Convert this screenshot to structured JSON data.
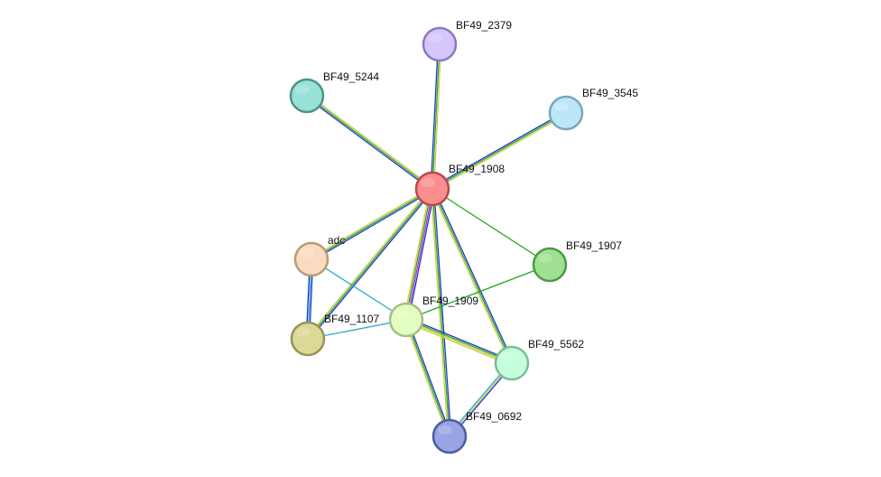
{
  "network": {
    "nodes": [
      {
        "id": "BF49_1908",
        "label": "BF49_1908",
        "fill": "#fa8e8e",
        "stroke": "#b8484c"
      },
      {
        "id": "BF49_2379",
        "label": "BF49_2379",
        "fill": "#d5c6fb",
        "stroke": "#8c78c2"
      },
      {
        "id": "BF49_5244",
        "label": "BF49_5244",
        "fill": "#98e1d9",
        "stroke": "#4b9486"
      },
      {
        "id": "BF49_3545",
        "label": "BF49_3545",
        "fill": "#bde7f9",
        "stroke": "#79a6bd"
      },
      {
        "id": "adc",
        "label": "adc",
        "fill": "#fcdcc0",
        "stroke": "#b99a78"
      },
      {
        "id": "BF49_1907",
        "label": "BF49_1907",
        "fill": "#9fe093",
        "stroke": "#4b9a46"
      },
      {
        "id": "BF49_1909",
        "label": "BF49_1909",
        "fill": "#e2fdbf",
        "stroke": "#a6be86"
      },
      {
        "id": "BF49_1107",
        "label": "BF49_1107",
        "fill": "#dcd996",
        "stroke": "#9a9452"
      },
      {
        "id": "BF49_5562",
        "label": "BF49_5562",
        "fill": "#c4fedb",
        "stroke": "#7bbf97"
      },
      {
        "id": "BF49_0692",
        "label": "BF49_0692",
        "fill": "#98a4e3",
        "stroke": "#4f5c9d"
      }
    ],
    "edges": [
      {
        "source": "BF49_1908",
        "target": "BF49_2379",
        "colors": [
          "#2233cc",
          "#22aa22",
          "#cccc44"
        ]
      },
      {
        "source": "BF49_1908",
        "target": "BF49_5244",
        "colors": [
          "#2233cc",
          "#22aa22",
          "#cccc44"
        ]
      },
      {
        "source": "BF49_1908",
        "target": "BF49_3545",
        "colors": [
          "#2233cc",
          "#22aa22",
          "#cccc44"
        ]
      },
      {
        "source": "BF49_1908",
        "target": "adc",
        "colors": [
          "#2233cc",
          "#22aa22",
          "#cccc44"
        ]
      },
      {
        "source": "BF49_1908",
        "target": "BF49_1907",
        "colors": [
          "#22aa22"
        ]
      },
      {
        "source": "BF49_1908",
        "target": "BF49_1909",
        "colors": [
          "#2233cc",
          "#cc22cc",
          "#22aa22",
          "#cccc44"
        ]
      },
      {
        "source": "BF49_1908",
        "target": "BF49_1107",
        "colors": [
          "#2233cc",
          "#22aa22",
          "#cccc44"
        ]
      },
      {
        "source": "BF49_1908",
        "target": "BF49_5562",
        "colors": [
          "#2233cc",
          "#22aa22",
          "#cccc44"
        ]
      },
      {
        "source": "BF49_1908",
        "target": "BF49_0692",
        "colors": [
          "#2233cc",
          "#22aa22",
          "#cccc44"
        ]
      },
      {
        "source": "adc",
        "target": "BF49_1107",
        "colors": [
          "#2233cc",
          "#22aacc",
          "#2233cc"
        ]
      },
      {
        "source": "adc",
        "target": "BF49_1909",
        "colors": [
          "#22aacc"
        ]
      },
      {
        "source": "BF49_1107",
        "target": "BF49_1909",
        "colors": [
          "#22aacc"
        ]
      },
      {
        "source": "BF49_1909",
        "target": "BF49_1907",
        "colors": [
          "#22aa22"
        ]
      },
      {
        "source": "BF49_1909",
        "target": "BF49_5562",
        "colors": [
          "#2233cc",
          "#22aa22",
          "#cccc44",
          "#cccc44"
        ]
      },
      {
        "source": "BF49_1909",
        "target": "BF49_0692",
        "colors": [
          "#2233cc",
          "#22aa22",
          "#cccc44"
        ]
      },
      {
        "source": "BF49_5562",
        "target": "BF49_0692",
        "colors": [
          "#2233cc",
          "#cccc44",
          "#22aacc"
        ]
      }
    ]
  }
}
